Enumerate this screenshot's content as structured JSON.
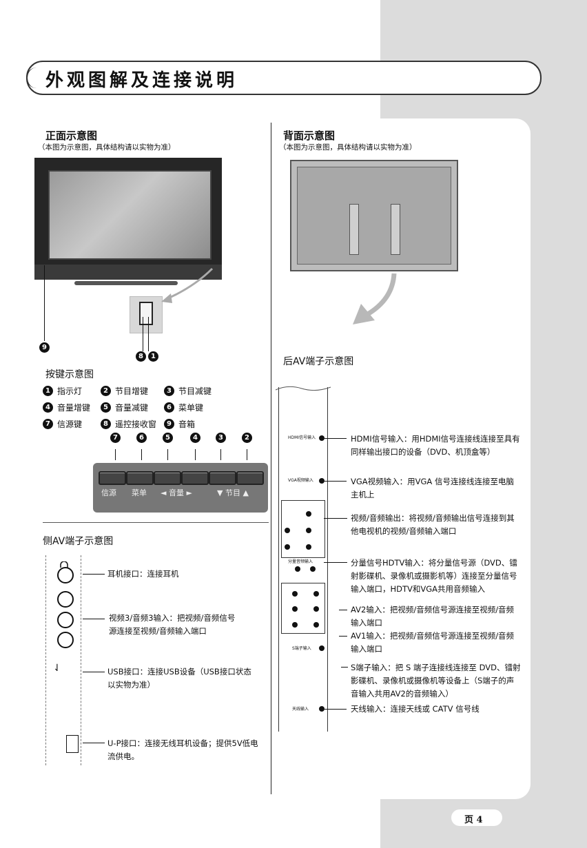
{
  "page": {
    "title": "外观图解及连接说明",
    "page_label": "页 4"
  },
  "front": {
    "heading": "正面示意图",
    "note": "（本图为示意图，具体结构请以实物为准）",
    "callout_left": "9",
    "callout_right": "8",
    "callout_right2": "1"
  },
  "keys": {
    "heading": "按键示意图",
    "items": [
      {
        "num": "1",
        "label": "指示灯"
      },
      {
        "num": "2",
        "label": "节目增键"
      },
      {
        "num": "3",
        "label": "节目减键"
      },
      {
        "num": "4",
        "label": "音量增键"
      },
      {
        "num": "5",
        "label": "音量减键"
      },
      {
        "num": "6",
        "label": "菜单键"
      },
      {
        "num": "7",
        "label": "信源键"
      },
      {
        "num": "8",
        "label": "遥控接收窗"
      },
      {
        "num": "9",
        "label": "音箱"
      }
    ],
    "button_numbers": [
      "7",
      "6",
      "5",
      "4",
      "3",
      "2"
    ],
    "panel_labels": {
      "source": "信源",
      "menu": "菜单",
      "volume": "◄ 音量 ►",
      "program": "▼ 节目 ▲"
    }
  },
  "back": {
    "heading": "背面示意图",
    "note": "（本图为示意图，具体结构请以实物为准）"
  },
  "side_av": {
    "heading": "侧AV端子示意图",
    "items": [
      {
        "name": "headphone",
        "text": "耳机接口：连接耳机"
      },
      {
        "name": "av3",
        "text": "视频3/音频3输入：把视频/音频信号源连接至视频/音频输入端口"
      },
      {
        "name": "usb",
        "text": "USB接口：连接USB设备（USB接口状态以实物为准）"
      },
      {
        "name": "u-p",
        "text": "U-P接口：连接无线耳机设备；提供5V低电流供电。"
      }
    ]
  },
  "rear_av": {
    "heading": "后AV端子示意图",
    "items": [
      {
        "name": "hdmi",
        "tag": "HDMI信号输入",
        "text": "HDMI信号输入：用HDMI信号连接线连接至具有同样输出接口的设备（DVD、机顶盒等）"
      },
      {
        "name": "vga",
        "tag": "VGA视频输入",
        "text": "VGA视频输入：用VGA 信号连接线连接至电脑主机上"
      },
      {
        "name": "av-out",
        "tag": "",
        "text": "视频/音频输出：将视频/音频输出信号连接到其他电视机的视频/音频输入端口"
      },
      {
        "name": "ypbpr",
        "tag": "分量音频输入",
        "text": "分量信号HDTV输入：将分量信号源（DVD、镭射影碟机、录像机或摄影机等）连接至分量信号输入端口，HDTV和VGA共用音频输入"
      },
      {
        "name": "av2",
        "tag": "",
        "text": "AV2输入：把视频/音频信号源连接至视频/音频输入端口"
      },
      {
        "name": "av1",
        "tag": "",
        "text": "AV1输入：把视频/音频信号源连接至视频/音频输入端口"
      },
      {
        "name": "s-video",
        "tag": "S端子输入",
        "text": "S端子输入：把 S 端子连接线连接至 DVD、镭射影碟机、录像机或摄像机等设备上（S端子的声音输入共用AV2的音频输入）"
      },
      {
        "name": "antenna",
        "tag": "天线输入",
        "text": "天线输入：连接天线或 CATV 信号线"
      }
    ]
  }
}
